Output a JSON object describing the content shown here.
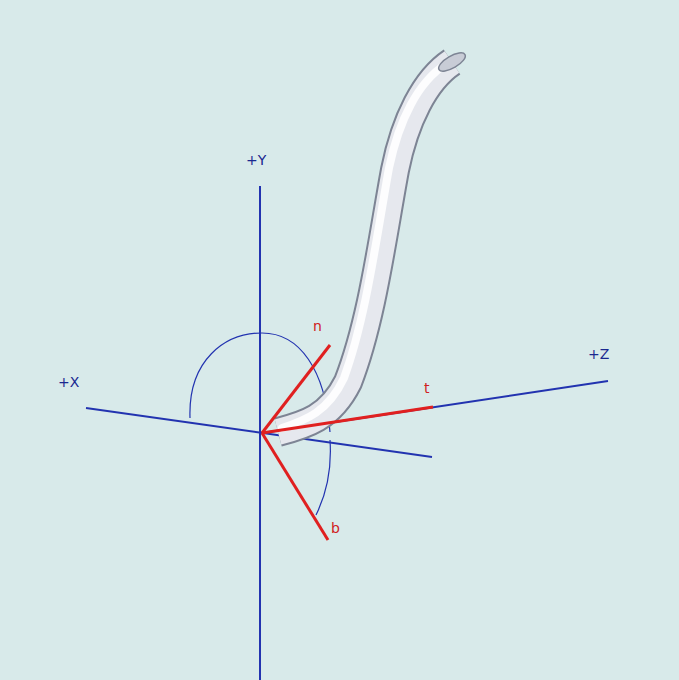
{
  "diagram": {
    "labels": [
      "+Y",
      "+X",
      "+Z",
      "n",
      "t",
      "b"
    ]
  }
}
